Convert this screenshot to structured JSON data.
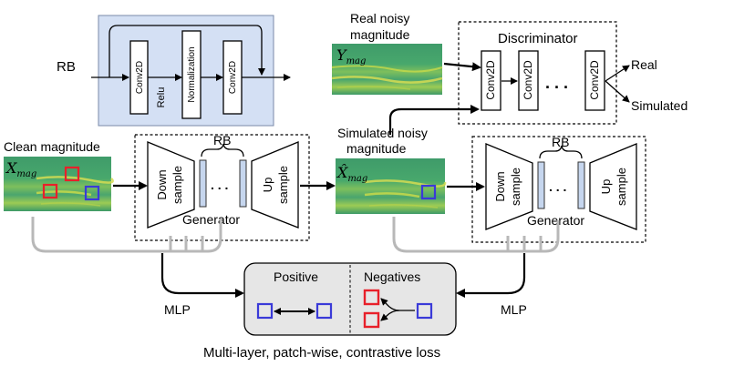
{
  "rb_block": {
    "label": "RB",
    "layers": [
      "Conv2D",
      "Relu",
      "Normalization",
      "Conv2D"
    ],
    "fill_color": "#d4e0f4"
  },
  "real": {
    "title_line1": "Real noisy",
    "title_line2": "magnitude",
    "symbol_main": "Y",
    "symbol_sub": "mag"
  },
  "discriminator": {
    "title": "Discriminator",
    "layers": [
      "Conv2D",
      "Conv2D",
      "Conv2D"
    ],
    "ellipsis": ". . .",
    "outputs": [
      "Real",
      "Simulated"
    ]
  },
  "clean": {
    "title": "Clean magnitude",
    "symbol_main": "X",
    "symbol_sub": "mag"
  },
  "simulated": {
    "title_line1": "Simulated noisy",
    "title_line2": "magnitude",
    "symbol_main": "X̂",
    "symbol_sub": "mag"
  },
  "generator_left": {
    "downsample": [
      "Down",
      "sample"
    ],
    "upsample": [
      "Up",
      "sample"
    ],
    "rb_label": "RB",
    "dots": ". . .",
    "title": "Generator"
  },
  "generator_right": {
    "downsample": [
      "Down",
      "sample"
    ],
    "upsample": [
      "Up",
      "sample"
    ],
    "rb_label": "RB",
    "dots": ". . .",
    "title": "Generator"
  },
  "loss": {
    "positive_label": "Positive",
    "negatives_label": "Negatives",
    "mlp_left": "MLP",
    "mlp_right": "MLP",
    "caption": "Multi-layer, patch-wise, contrastive loss",
    "box_fill": "#e6e6e6"
  },
  "colors": {
    "red_patch": "#e8202a",
    "blue_patch": "#3a3ad8",
    "spectrogram_base": "#3aa370",
    "spectrogram_band": "#c7d94a",
    "rb_bar": "#c6d6ee"
  }
}
